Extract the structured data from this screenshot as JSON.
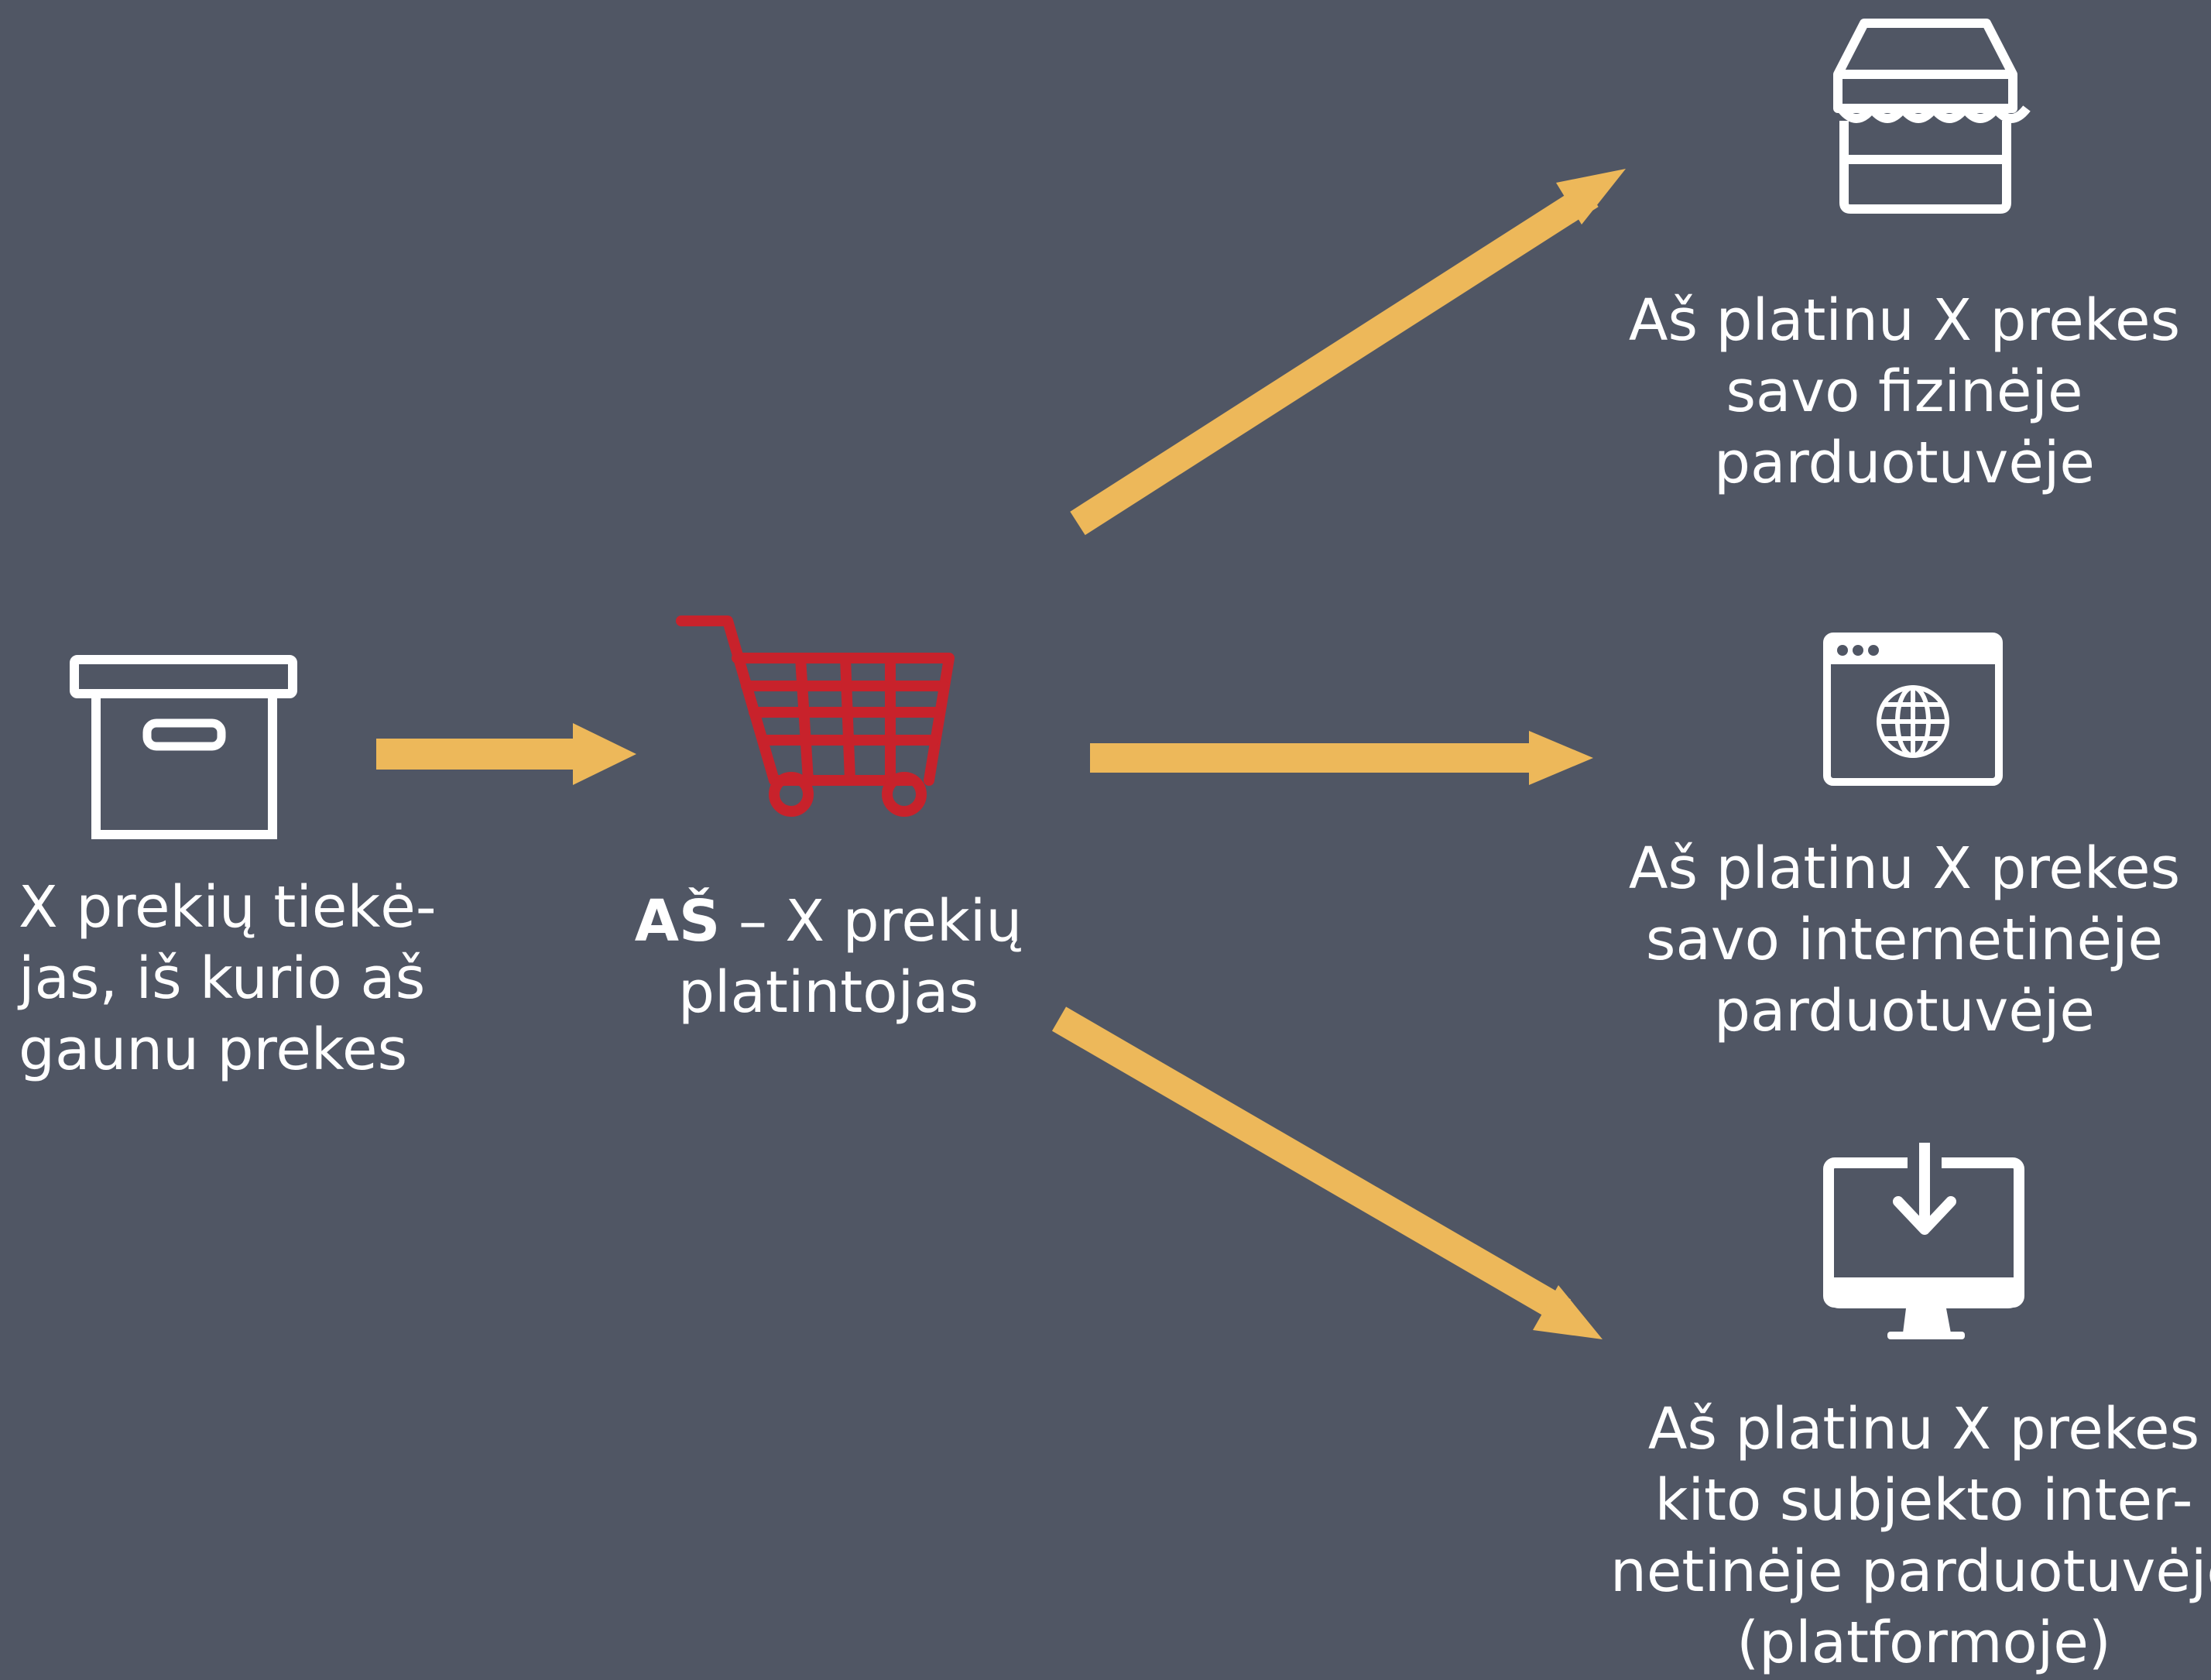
{
  "colors": {
    "background": "#505664",
    "arrow": "#EDB85A",
    "cart": "#C8222B",
    "icon": "#FFFFFF",
    "text": "#FFFFFF"
  },
  "nodes": {
    "supplier": {
      "icon": "archive-box-icon",
      "lines": [
        "X prekių tiekė-",
        "jas, iš kurio aš",
        "gaunu prekes"
      ]
    },
    "distributor": {
      "icon": "shopping-cart-icon",
      "bold": "AŠ",
      "line1_rest": " – X prekių",
      "line2": "platintojas"
    },
    "physical_store": {
      "icon": "storefront-icon",
      "lines": [
        "Aš platinu X prekes",
        "savo fizinėje",
        "parduotuvėje"
      ]
    },
    "own_eshop": {
      "icon": "browser-globe-icon",
      "lines": [
        "Aš platinu X prekes",
        "savo internetinėje",
        "parduotuvėje"
      ]
    },
    "platform": {
      "icon": "monitor-download-icon",
      "lines": [
        "Aš platinu X prekes",
        "kito subjekto inter-",
        "netinėje parduotuvėje",
        "(platformoje)"
      ]
    }
  }
}
